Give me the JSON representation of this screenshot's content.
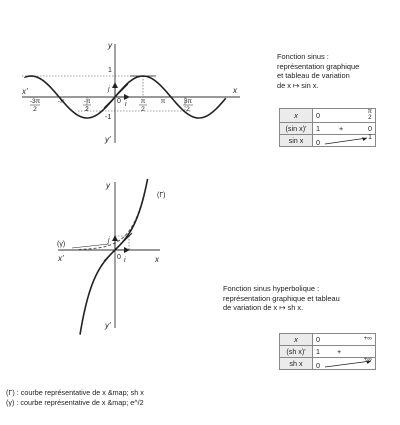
{
  "sine_graph": {
    "y_axis_label": "y",
    "y_prime_label": "y'",
    "x_axis_label": "x",
    "x_prime_label": "x'",
    "one_label": "1",
    "minus_one_label": "-1",
    "origin_label": "0",
    "i_label": "i",
    "j_label": "j",
    "x_ticks": [
      {
        "num": "-3π",
        "den": "2"
      },
      {
        "num": "-π",
        "den": ""
      },
      {
        "num": "-π",
        "den": "2"
      },
      {
        "num": "π",
        "den": "2"
      },
      {
        "num": "π",
        "den": ""
      },
      {
        "num": "3π",
        "den": "2"
      }
    ]
  },
  "sine_description": {
    "line1": "Fonction sinus :",
    "line2": "représentation graphique",
    "line3": "et tableau de variation",
    "line4": "de x ↦ sin x."
  },
  "sine_table": {
    "x_header": "x",
    "x_start": "0",
    "x_end_num": "π",
    "x_end_den": "2",
    "deriv_header": "(sin x)'",
    "deriv_start": "1",
    "deriv_sign": "+",
    "deriv_end": "0",
    "func_header": "sin x",
    "func_start": "0",
    "func_end": "1"
  },
  "sinh_graph": {
    "gamma_label": "(Γ)",
    "gamma_prime_label": "(γ)",
    "y_axis_label": "y",
    "y_prime_label": "y'",
    "x_axis_label": "x",
    "x_prime_label": "x'",
    "origin_label": "0",
    "i_label": "i",
    "j_label": "j"
  },
  "sinh_description": {
    "line1": "Fonction sinus hyperbolique :",
    "line2": "représentation graphique et tableau",
    "line3": "de variation de x ↦ sh x."
  },
  "sinh_table": {
    "x_header": "x",
    "x_start": "0",
    "x_end": "+∞",
    "deriv_header": "(sh x)'",
    "deriv_start": "1",
    "deriv_sign": "+",
    "func_header": "sh x",
    "func_start": "0",
    "func_end": "+∞"
  },
  "legend": {
    "line1": "(Γ) : courbe représentative de x &map; sh x",
    "line2": "(γ) : courbe représentative de x &map; e^/2"
  }
}
